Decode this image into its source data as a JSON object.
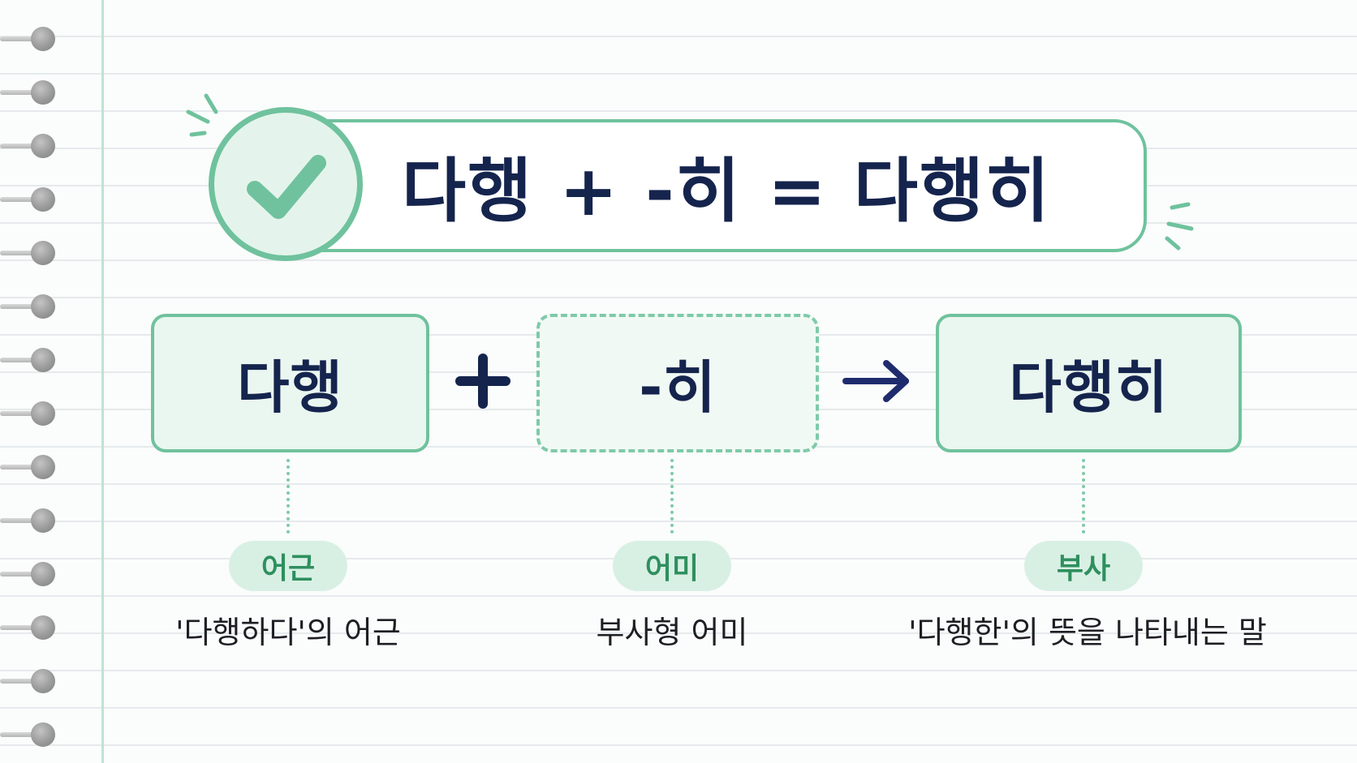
{
  "title": {
    "equation": "다행 + -히 = 다행히"
  },
  "parts": [
    {
      "text": "다행",
      "role": "어근",
      "description": "'다행하다'의 어근",
      "style": "solid"
    },
    {
      "text": "-히",
      "role": "어미",
      "description": "부사형 어미",
      "style": "dashed"
    },
    {
      "text": "다행히",
      "role": "부사",
      "description": "'다행한'의 뜻을 나타내는 말",
      "style": "solid"
    }
  ],
  "operators": {
    "plus": "+",
    "arrow": "arrow-right-icon"
  },
  "colors": {
    "accent_green": "#6fc29d",
    "navy": "#15244d",
    "badge_bg": "#d8f0e4",
    "badge_text": "#2f8f5e"
  }
}
